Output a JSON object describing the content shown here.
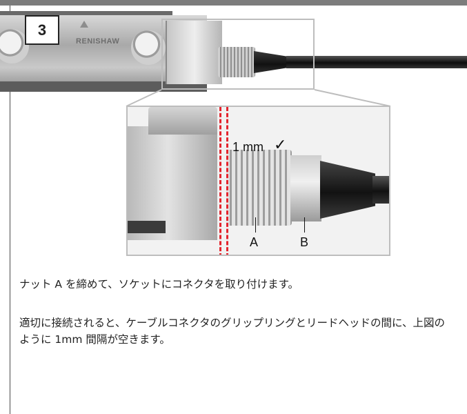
{
  "step_number": "3",
  "brand": "RENISHAW",
  "labels": {
    "gap": "1 mm",
    "check": "✓",
    "a": "A",
    "b": "B"
  },
  "instructions": [
    "ナット A を締めて、ソケットにコネクタを取り付けます。",
    "適切に接続されると、ケーブルコネクタのグリップリングとリードヘッドの間に、上図のように 1mm 間隔が空きます。"
  ],
  "colors": {
    "dashed_marker": "#e4242d",
    "callout_border": "#bdbdbd"
  }
}
